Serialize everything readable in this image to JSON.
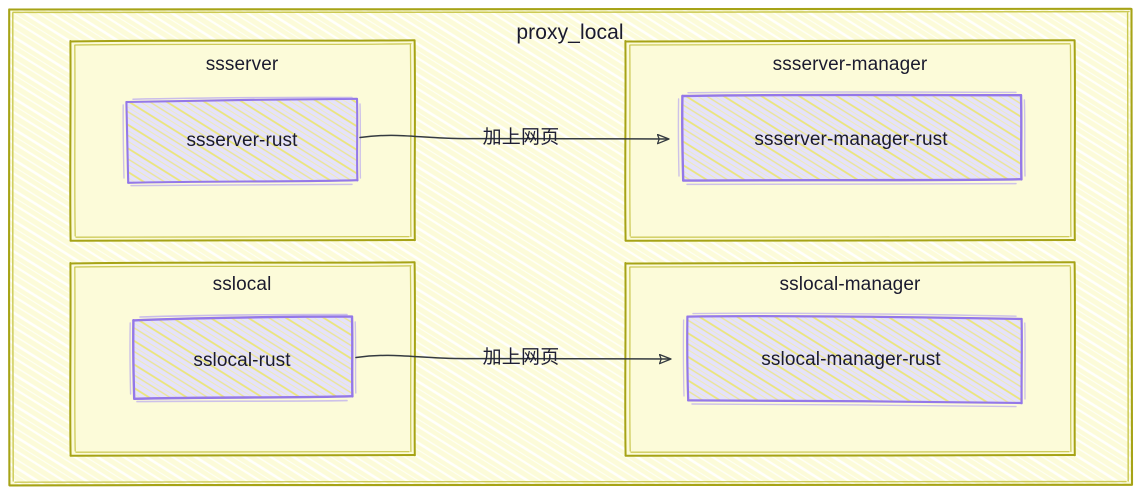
{
  "diagram": {
    "type": "architecture-block-diagram",
    "style": "hand-drawn-sketch",
    "colors": {
      "outer_fill": "#fcfbd9",
      "outer_hatch": "#ffffff",
      "group_fill": "#fcfbd9",
      "group_stroke": "#a6a316",
      "node_fill": "#e5e2fb",
      "node_hatch": "#e8e15f",
      "node_stroke": "#9478e8",
      "edge_stroke": "#343a40",
      "text": "#1a1a2e",
      "page_background": "#ffffff"
    },
    "outer_container": {
      "title": "proxy_local"
    },
    "groups": [
      {
        "id": "ssserver",
        "title": "ssserver",
        "node": {
          "id": "ssserver-rust",
          "label": "ssserver-rust"
        }
      },
      {
        "id": "ssserver-manager",
        "title": "ssserver-manager",
        "node": {
          "id": "ssserver-manager-rust",
          "label": "ssserver-manager-rust"
        }
      },
      {
        "id": "sslocal",
        "title": "sslocal",
        "node": {
          "id": "sslocal-rust",
          "label": "sslocal-rust"
        }
      },
      {
        "id": "sslocal-manager",
        "title": "sslocal-manager",
        "node": {
          "id": "sslocal-manager-rust",
          "label": "sslocal-manager-rust"
        }
      }
    ],
    "edges": [
      {
        "id": "edge-top",
        "from": "ssserver-rust",
        "to": "ssserver-manager-rust",
        "label": "加上网页",
        "arrowhead": "open-triangle"
      },
      {
        "id": "edge-bottom",
        "from": "sslocal-rust",
        "to": "sslocal-manager-rust",
        "label": "加上网页",
        "arrowhead": "open-triangle"
      }
    ]
  }
}
